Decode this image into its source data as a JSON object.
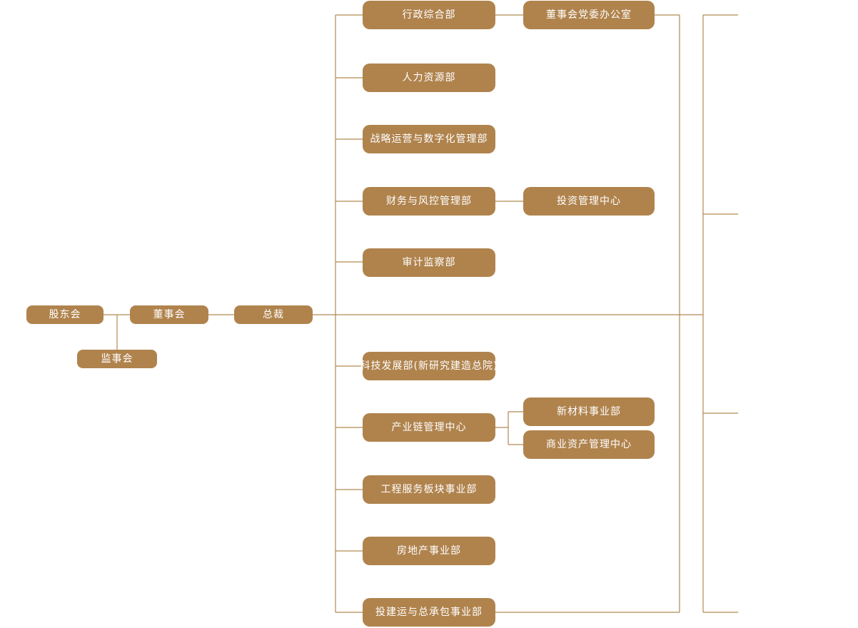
{
  "diagram": {
    "type": "org-chart",
    "colors": {
      "node_fill": "#B0834D",
      "node_text": "#FFFFFF",
      "connector": "#B08A52",
      "background": "#FFFFFF"
    },
    "governance": {
      "shareholders": "股东会",
      "board": "董事会",
      "president": "总裁",
      "supervisory": "监事会"
    },
    "departments": [
      {
        "label": "行政综合部"
      },
      {
        "label": "人力资源部"
      },
      {
        "label": "战略运营与数字化管理部"
      },
      {
        "label": "财务与风控管理部"
      },
      {
        "label": "审计监察部"
      },
      {
        "label": "科技发展部(新研究建造总院)"
      },
      {
        "label": "产业链管理中心"
      },
      {
        "label": "工程服务板块事业部"
      },
      {
        "label": "房地产事业部"
      },
      {
        "label": "投建运与总承包事业部"
      }
    ],
    "offices": [
      {
        "label": "董事会党委办公室",
        "parent": "行政综合部"
      },
      {
        "label": "投资管理中心",
        "parent": "财务与风控管理部"
      },
      {
        "label": "新材料事业部",
        "parent": "产业链管理中心"
      },
      {
        "label": "商业资产管理中心",
        "parent": "产业链管理中心"
      }
    ]
  }
}
